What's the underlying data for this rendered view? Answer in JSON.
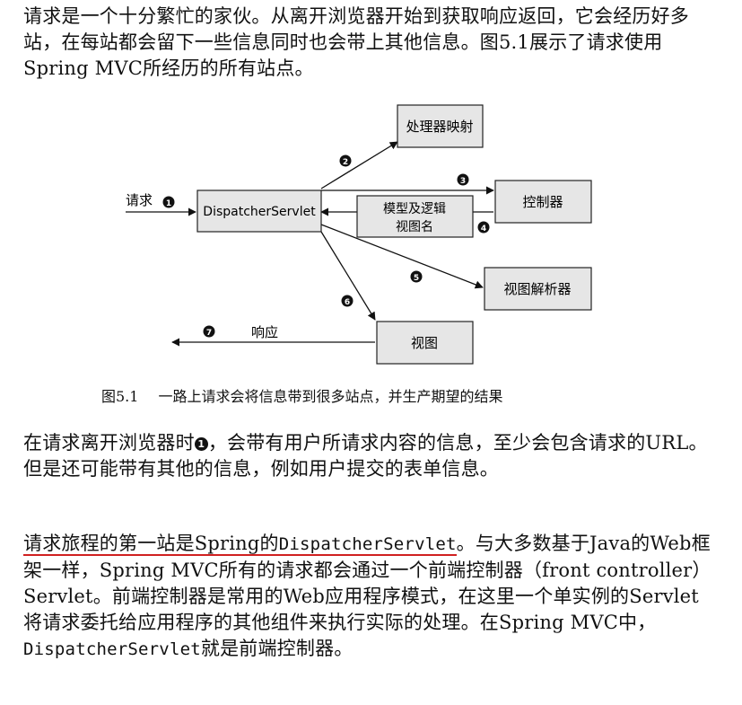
{
  "intro": {
    "text": "请求是一个十分繁忙的家伙。从离开浏览器开始到获取响应返回，它会经历好多站，在每站都会留下一些信息同时也会带上其他信息。图5.1展示了请求使用Spring MVC所经历的所有站点。"
  },
  "diagram": {
    "request_label": "请求",
    "dispatcher": "DispatcherServlet",
    "handler_mapping": "处理器映射",
    "controller": "控制器",
    "model_view_line1": "模型及逻辑",
    "model_view_line2": "视图名",
    "view_resolver": "视图解析器",
    "view": "视图",
    "response_label": "响应",
    "steps": [
      "1",
      "2",
      "3",
      "4",
      "5",
      "6",
      "7"
    ]
  },
  "caption": {
    "number": "图5.1",
    "text": "一路上请求会将信息带到很多站点，并生产期望的结果"
  },
  "para2": {
    "before": "在请求离开浏览器时",
    "marker": "1",
    "after": "，会带有用户所请求内容的信息，至少会包含请求的URL。但是还可能带有其他的信息，例如用户提交的表单信息。"
  },
  "para3": {
    "underlined": "请求旅程的第一站是Spring的",
    "code1": "DispatcherServlet",
    "text1": "。与大多数基于Java的Web框架一样，Spring MVC所有的请求都会通过一个前端控制器（front controller）Servlet。前端控制器是常用的Web应用程序模式，在这里一个单实例的Servlet将请求委托给应用程序的其他组件来执行实际的处理。在Spring MVC中，",
    "code2": "DispatcherServlet",
    "text2": "就是前端控制器。"
  }
}
